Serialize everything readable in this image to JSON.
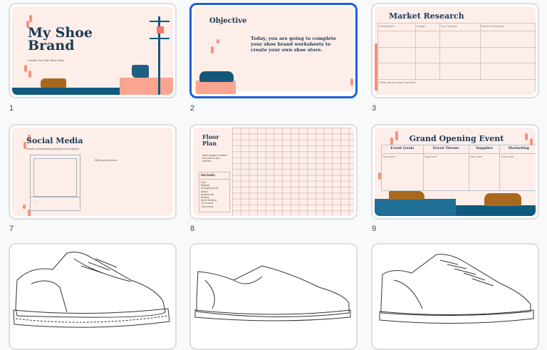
{
  "slides": [
    {
      "number": "1",
      "title": "My Shoe Brand",
      "subtitle": "Create Your Own Shoe Store"
    },
    {
      "number": "2",
      "title": "Objective",
      "body": "Today, you are going to complete your shoe brand worksheets to create your own shoe store.",
      "selected": true
    },
    {
      "number": "3",
      "title": "Market Research",
      "columns": [
        "Competitors",
        "Slogan",
        "Top Products",
        "Stand out features"
      ],
      "footer": "What can you learn from this?"
    },
    {
      "number": "7",
      "title": "Social Media",
      "subtitle": "Create a social media post about your business.",
      "prompt": "Write your post here"
    },
    {
      "number": "8",
      "title": "Floor Plan",
      "body": "Insert shapes to create a floor plan for your business.",
      "include_label": "Include:",
      "include_items": [
        "Door",
        "Register",
        "Emergency Exit",
        "Racks",
        "Accessories",
        "Posters",
        "Shoe Shelving",
        "Try on area",
        "Your choice"
      ]
    },
    {
      "number": "9",
      "title": "Grand Opening Event",
      "columns": [
        "Event Goals",
        "Event Theme",
        "Supplies",
        "Marketing"
      ],
      "cell_placeholder": "Type here"
    },
    {
      "content": "sneaker-outline-lowtop"
    },
    {
      "content": "sneaker-outline-slipon"
    },
    {
      "content": "sneaker-outline-laceup"
    }
  ],
  "colors": {
    "selection": "#1f5fd6",
    "slide_bg": "#fdeee9",
    "navy": "#1d3a55",
    "teal": "#0f5a7e",
    "salmon": "#f9a58f",
    "brown": "#a8691e"
  }
}
